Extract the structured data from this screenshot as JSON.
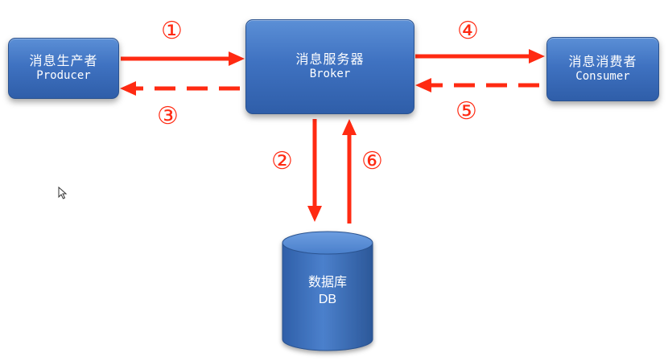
{
  "nodes": {
    "producer": {
      "label_zh": "消息生产者",
      "label_en": "Producer"
    },
    "broker": {
      "label_zh": "消息服务器",
      "label_en": "Broker"
    },
    "consumer": {
      "label_zh": "消息消费者",
      "label_en": "Consumer"
    },
    "database": {
      "label_zh": "数据库",
      "label_en": "DB"
    }
  },
  "steps": [
    "①",
    "②",
    "③",
    "④",
    "⑤",
    "⑥"
  ],
  "colors": {
    "arrow": "#ff2a12",
    "node_fill": "#3f72c1",
    "node_border": "#2a528f",
    "label_text": "#ffffff"
  },
  "icons": {
    "cursor": "mouse-pointer-icon"
  }
}
